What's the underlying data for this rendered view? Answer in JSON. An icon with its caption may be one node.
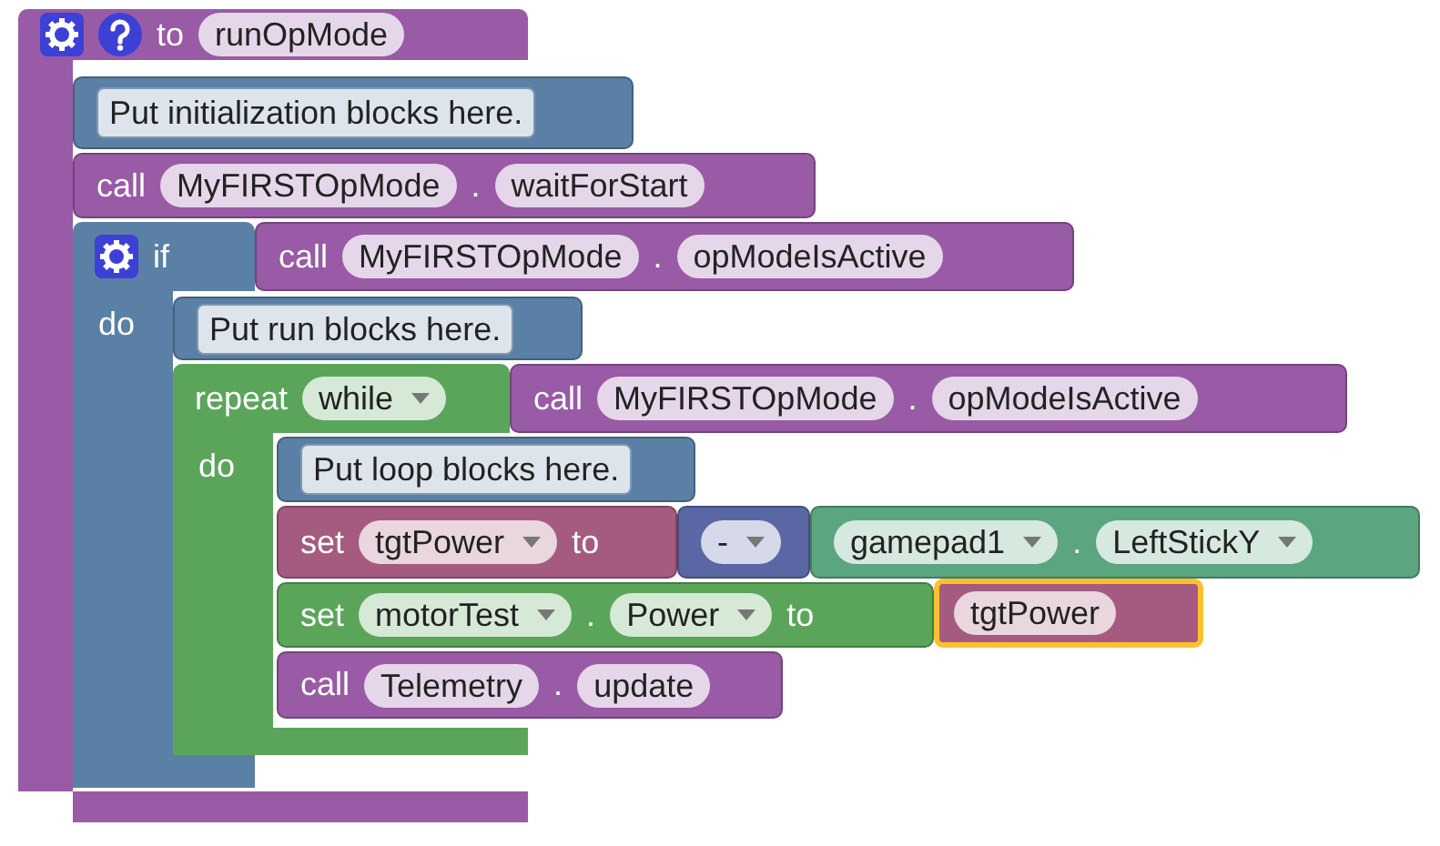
{
  "diagram": {
    "nodes": [
      {
        "text": [
          "to",
          "runOpMode"
        ]
      },
      {
        "text": [
          "Put initialization blocks here."
        ]
      },
      {
        "text": [
          "call",
          "MyFIRSTOpMode",
          ".",
          "waitForStart"
        ]
      },
      {
        "text": [
          "if",
          "do"
        ]
      },
      {
        "text": [
          "call",
          "MyFIRSTOpMode",
          ".",
          "opModeIsActive"
        ]
      },
      {
        "text": [
          "Put run blocks here."
        ]
      },
      {
        "text": [
          "repeat",
          "while",
          "do"
        ]
      },
      {
        "text": [
          "call",
          "MyFIRSTOpMode",
          ".",
          "opModeIsActive"
        ]
      },
      {
        "text": [
          "Put loop blocks here."
        ]
      },
      {
        "text": [
          "set",
          "tgtPower",
          "to"
        ]
      },
      {
        "text": [
          "-"
        ]
      },
      {
        "text": [
          "gamepad1",
          ".",
          "LeftStickY"
        ]
      },
      {
        "text": [
          "set",
          "motorTest",
          ".",
          "Power",
          "to"
        ]
      },
      {
        "text": [
          "tgtPower"
        ]
      },
      {
        "text": [
          "call",
          "Telemetry",
          ".",
          "update"
        ]
      }
    ]
  }
}
